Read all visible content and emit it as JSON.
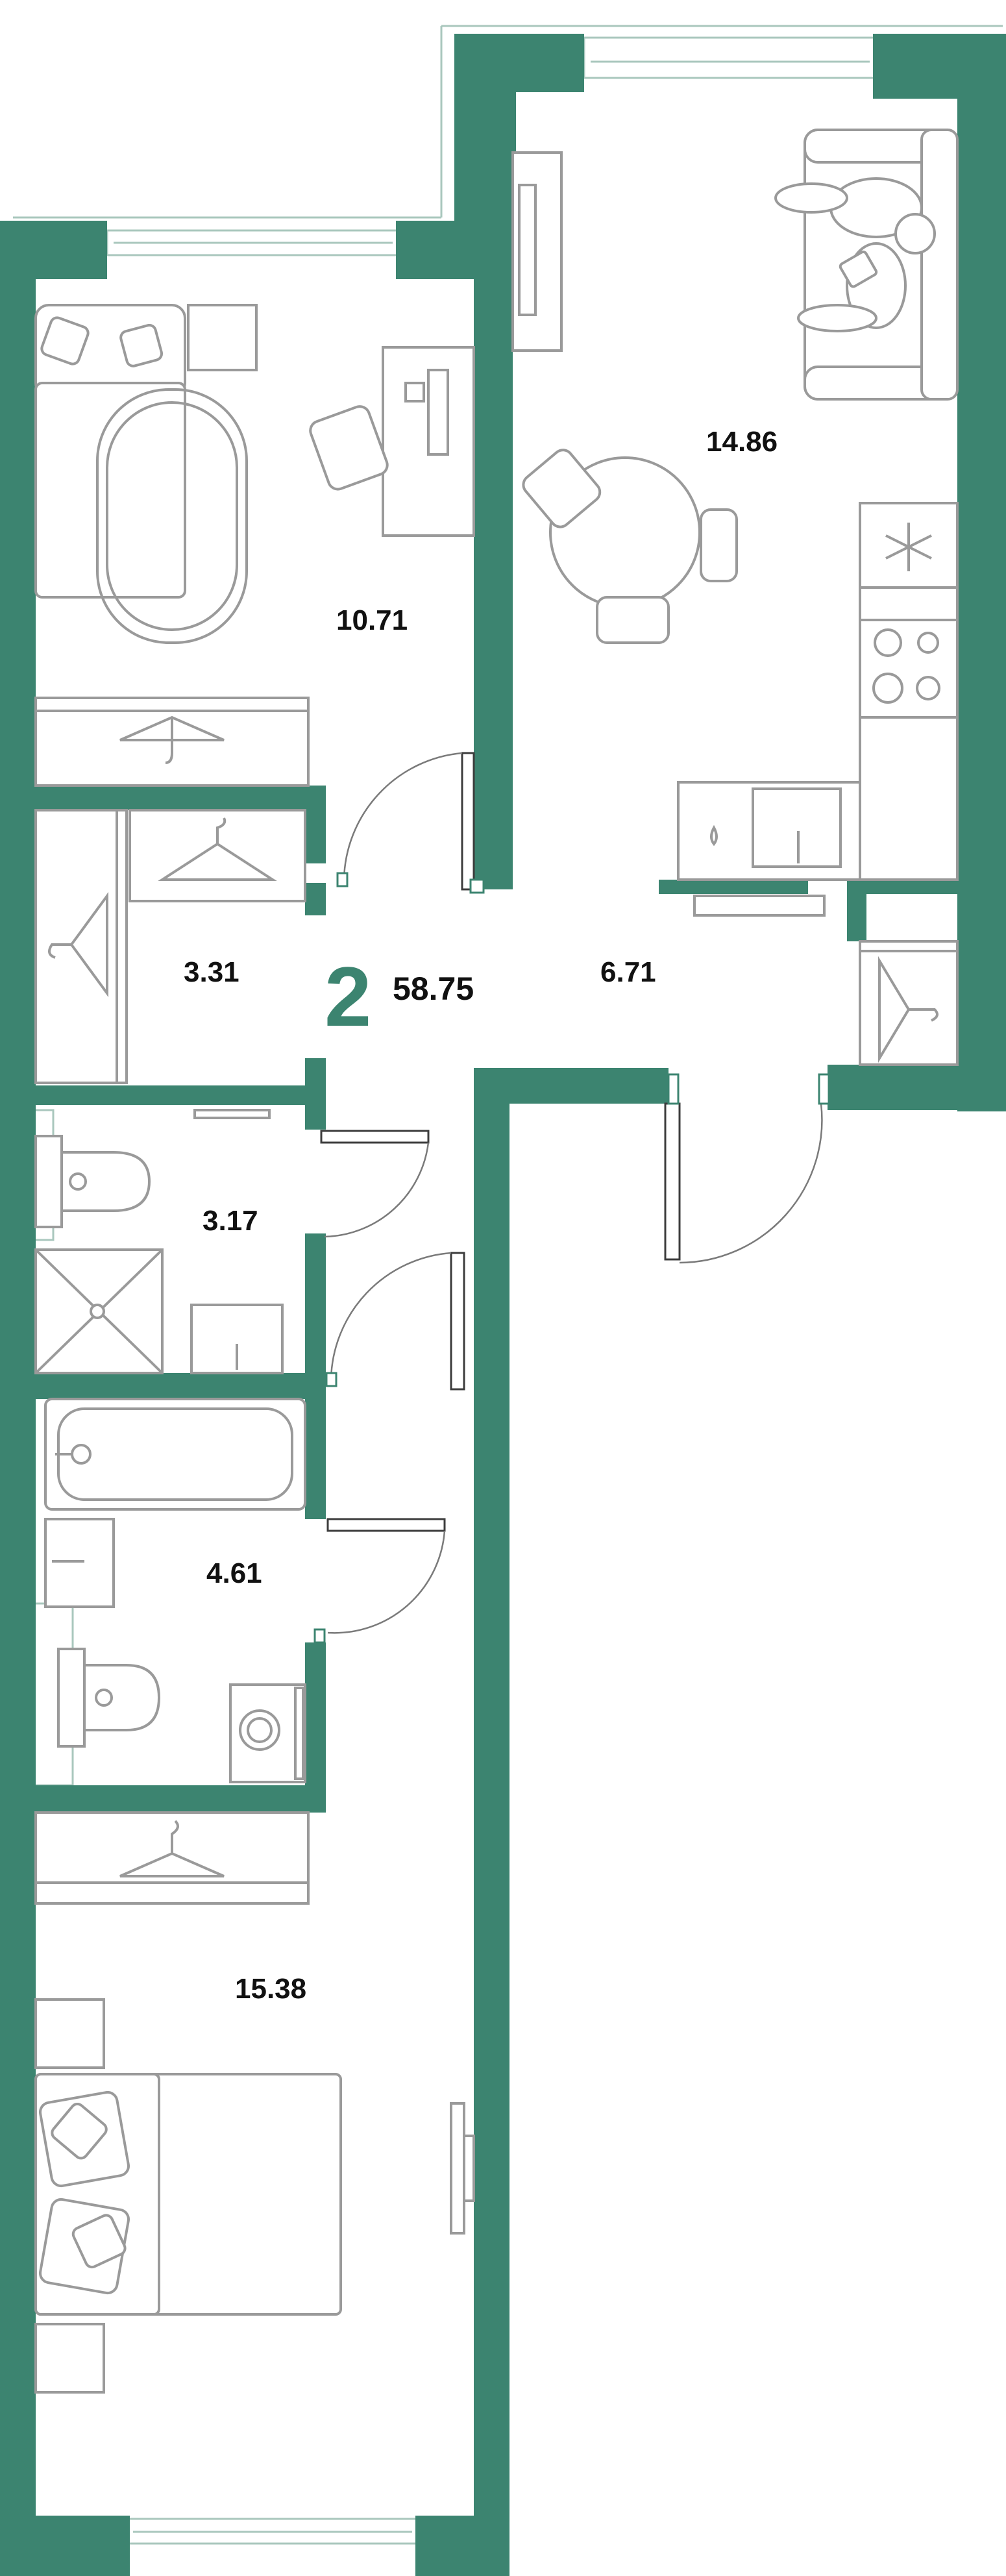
{
  "plan": {
    "room_count": "2",
    "total_area": "58.75",
    "accent_color": "#3c8470",
    "rooms": [
      {
        "id": "bedroom-1",
        "area": "10.71"
      },
      {
        "id": "kitchen-living",
        "area": "14.86"
      },
      {
        "id": "wardrobe",
        "area": "3.31"
      },
      {
        "id": "hallway",
        "area": "6.71"
      },
      {
        "id": "wc",
        "area": "3.17"
      },
      {
        "id": "bathroom",
        "area": "4.61"
      },
      {
        "id": "bedroom-2",
        "area": "15.38"
      }
    ],
    "icons": [
      "hanger-icon",
      "snowflake-icon",
      "sofa-icon",
      "bed-icon",
      "bathtub-icon",
      "toilet-icon",
      "shower-icon",
      "washing-machine-icon",
      "stove-icon",
      "sink-icon"
    ]
  }
}
